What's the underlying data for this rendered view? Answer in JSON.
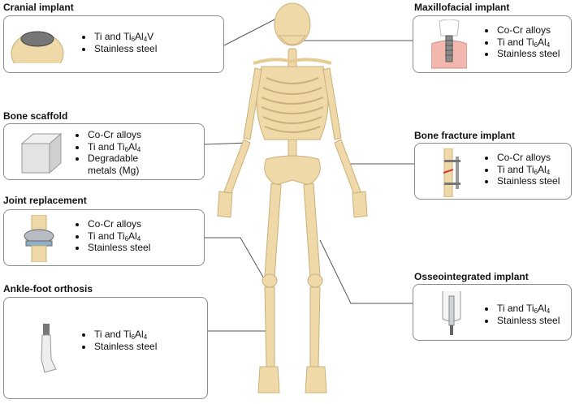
{
  "panels": [
    {
      "id": "cranial",
      "title": "Cranial implant",
      "materials": [
        {
          "a": "Ti and Ti",
          "sub": "6",
          "b": "Al",
          "sub2": "4",
          "c": "V"
        },
        {
          "a": "Stainless steel"
        }
      ]
    },
    {
      "id": "bone-scaffold",
      "title": "Bone scaffold",
      "materials": [
        {
          "a": "Co-Cr alloys"
        },
        {
          "a": "Ti and Ti",
          "sub": "6",
          "b": "Al",
          "sub2": "4"
        },
        {
          "a": "Degradable metals (Mg)"
        }
      ]
    },
    {
      "id": "joint",
      "title": "Joint replacement",
      "materials": [
        {
          "a": "Co-Cr alloys"
        },
        {
          "a": "Ti and Ti",
          "sub": "6",
          "b": "Al",
          "sub2": "4"
        },
        {
          "a": "Stainless steel"
        }
      ]
    },
    {
      "id": "ankle",
      "title": "Ankle-foot orthosis",
      "materials": [
        {
          "a": "Ti and Ti",
          "sub": "6",
          "b": "Al",
          "sub2": "4"
        },
        {
          "a": "Stainless steel"
        }
      ]
    },
    {
      "id": "maxillofacial",
      "title": "Maxillofacial implant",
      "materials": [
        {
          "a": "Co-Cr alloys"
        },
        {
          "a": "Ti and Ti",
          "sub": "6",
          "b": "Al",
          "sub2": "4"
        },
        {
          "a": "Stainless steel"
        }
      ]
    },
    {
      "id": "fracture",
      "title": "Bone fracture implant",
      "materials": [
        {
          "a": "Co-Cr alloys"
        },
        {
          "a": "Ti and Ti",
          "sub": "6",
          "b": "Al",
          "sub2": "4"
        },
        {
          "a": "Stainless steel"
        }
      ]
    },
    {
      "id": "osseo",
      "title": "Osseointegrated implant",
      "materials": [
        {
          "a": "Ti and Ti",
          "sub": "6",
          "b": "Al",
          "sub2": "4"
        },
        {
          "a": "Stainless steel"
        }
      ]
    }
  ],
  "colors": {
    "bone": "#efd9a8",
    "bone_stroke": "#c9b07a",
    "panel_border": "#8c8c8c",
    "leader": "#555555",
    "implant_metal": "#9a9a9a",
    "fracture_red": "#d23b3b"
  }
}
